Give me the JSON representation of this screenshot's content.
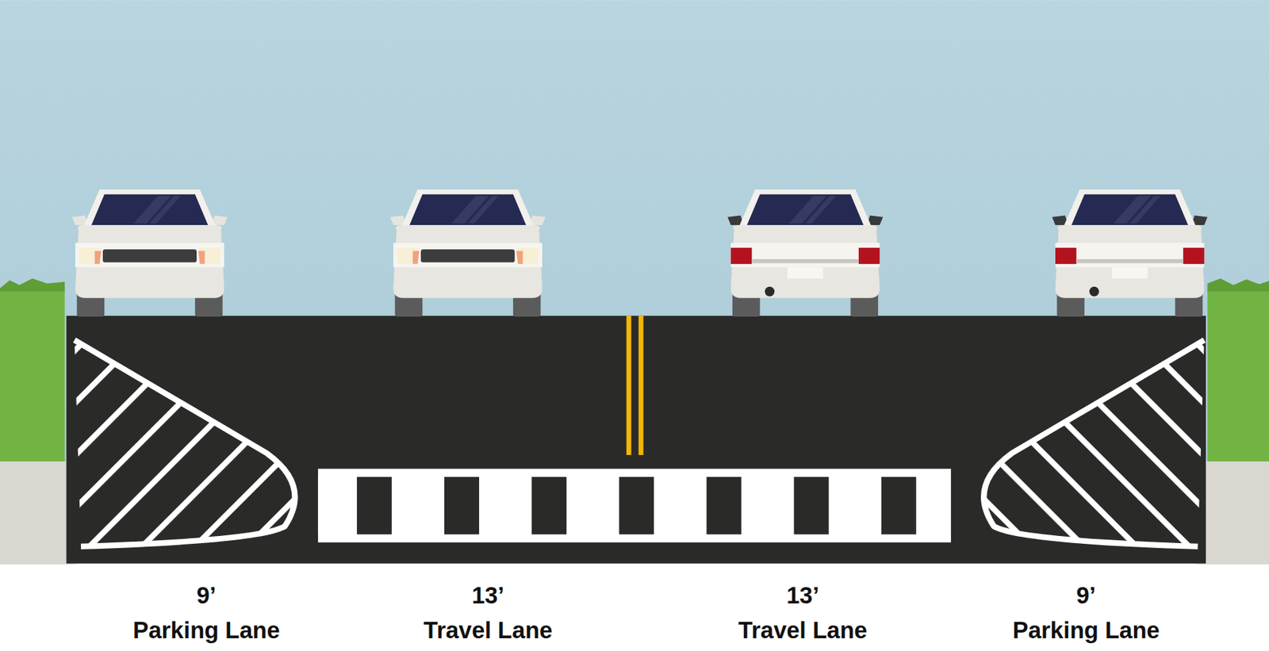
{
  "diagram": {
    "labels": [
      "9’",
      "Parking Lane",
      "13’",
      "Travel Lane",
      "13’",
      "Travel Lane",
      "9’",
      "Parking Lane"
    ]
  }
}
